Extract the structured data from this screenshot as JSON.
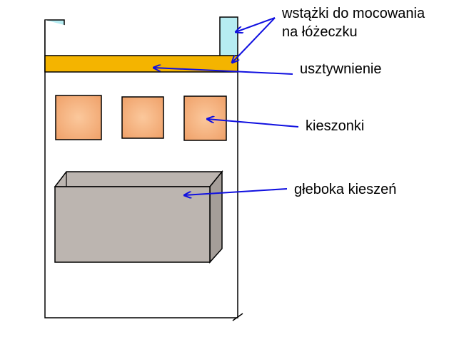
{
  "labels": {
    "ribbons": "wstążki do mocowania",
    "ribbons_line2": "na łóżeczku",
    "stiffener": "usztywnienie",
    "pockets": "kieszonki",
    "deep_pocket": "głeboka kieszeń"
  },
  "colors": {
    "outline": "#000000",
    "ribbon": "#b6ecf2",
    "stiffener": "#f4b400",
    "pocket": "#f0a36c",
    "pocket_light": "#fbc89c",
    "deep_pocket": "#bcb5b0",
    "deep_pocket_side": "#a59e99",
    "arrow": "#1010e0"
  }
}
